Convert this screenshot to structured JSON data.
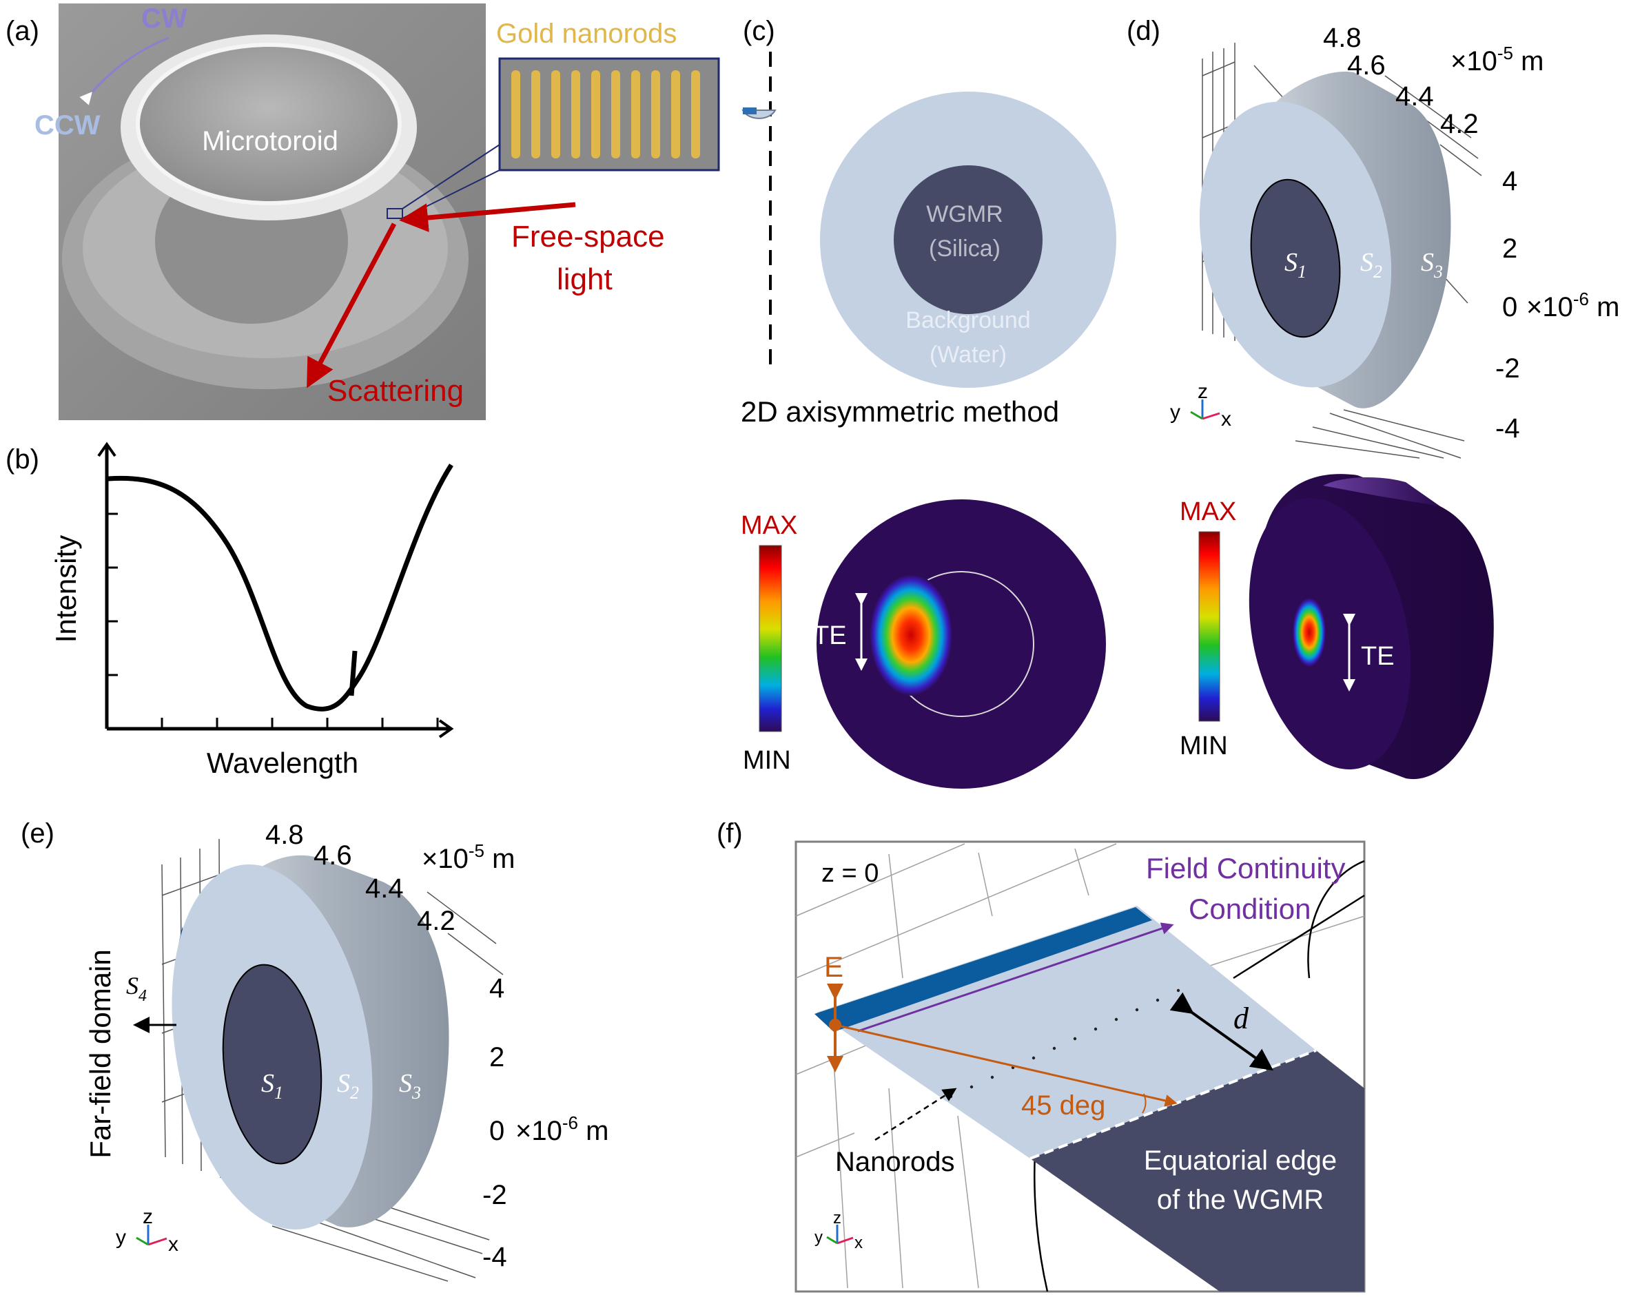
{
  "colors": {
    "wgmr_dark": "#474a66",
    "background_light": "#c3d1e3",
    "ring_gray": "#8e98a6",
    "arrow_red": "#c00000",
    "gold": "#e0b74a",
    "purple": "#7030a0",
    "orange": "#c55a11",
    "cw_purple": "#8a7fd0",
    "ccw_blue": "#a9bde3",
    "dark_purple": "#2e0b56",
    "nanorod_blue": "#0a5c9e"
  },
  "panel_a": {
    "label": "(a)",
    "cw": "CW",
    "ccw": "CCW",
    "microtoroid": "Microtoroid",
    "gold_nanorods": "Gold nanorods",
    "free_space_line1": "Free-space",
    "free_space_line2": "light",
    "scattering": "Scattering"
  },
  "panel_b": {
    "label": "(b)",
    "ylabel": "Intensity",
    "xlabel": "Wavelength"
  },
  "panel_c": {
    "label": "(c)",
    "wgmr_line1": "WGMR",
    "wgmr_line2": "(Silica)",
    "bg_line1": "Background",
    "bg_line2": "(Water)",
    "method": "2D axisymmetric method",
    "max": "MAX",
    "min": "MIN",
    "te": "TE"
  },
  "panel_d": {
    "label": "(d)",
    "top_ticks": [
      "4.8",
      "4.6",
      "4.4",
      "4.2"
    ],
    "top_unit_prefix": "×10",
    "top_unit_exp": "-5",
    "top_unit_suffix": " m",
    "side_ticks": [
      "4",
      "2",
      "0",
      "-2",
      "-4"
    ],
    "side_unit_prefix": "×10",
    "side_unit_exp": "-6",
    "side_unit_suffix": " m",
    "s1": "S",
    "s1_sub": "1",
    "s2": "S",
    "s2_sub": "2",
    "s3": "S",
    "s3_sub": "3",
    "axis_x": "x",
    "axis_y": "y",
    "axis_z": "z",
    "max": "MAX",
    "min": "MIN",
    "te": "TE"
  },
  "panel_e": {
    "label": "(e)",
    "top_ticks": [
      "4.8",
      "4.6",
      "4.4",
      "4.2"
    ],
    "top_unit_prefix": "×10",
    "top_unit_exp": "-5",
    "top_unit_suffix": " m",
    "side_ticks": [
      "4",
      "2",
      "0",
      "-2",
      "-4"
    ],
    "side_unit_prefix": "×10",
    "side_unit_exp": "-6",
    "side_unit_suffix": " m",
    "far_field": "Far-field domain",
    "s4": "S",
    "s4_sub": "4",
    "s1": "S",
    "s1_sub": "1",
    "s2": "S",
    "s2_sub": "2",
    "s3": "S",
    "s3_sub": "3",
    "axis_x": "x",
    "axis_y": "y",
    "axis_z": "z"
  },
  "panel_f": {
    "label": "(f)",
    "z_label": "z = 0",
    "field_line1": "Field Continuity",
    "field_line2": "Condition",
    "e_label": "E",
    "d_label": "d",
    "angle": "45 deg",
    "nanorods": "Nanorods",
    "edge_line1": "Equatorial edge",
    "edge_line2": "of the WGMR",
    "axis_x": "x",
    "axis_y": "y",
    "axis_z": "z"
  }
}
